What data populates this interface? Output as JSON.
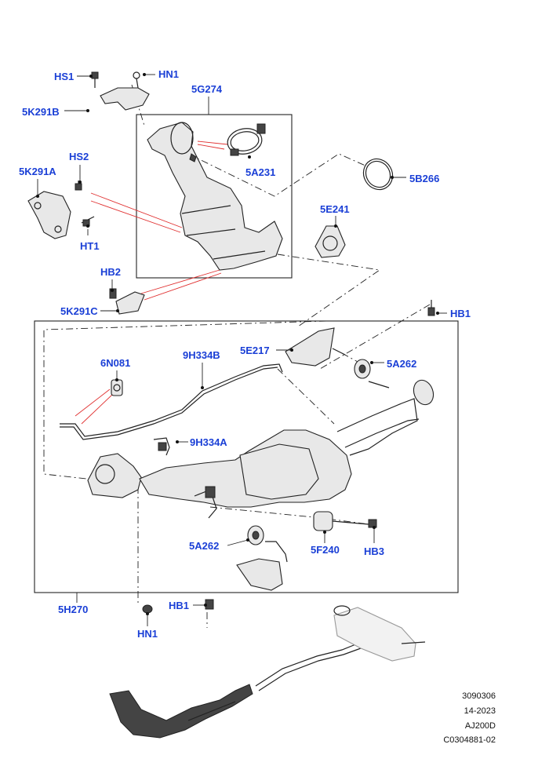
{
  "callouts": {
    "hs1": "HS1",
    "hn1_top": "HN1",
    "k291b": "5K291B",
    "g274": "5G274",
    "hs2": "HS2",
    "k291a": "5K291A",
    "a231": "5A231",
    "b266": "5B266",
    "e241": "5E241",
    "ht1": "HT1",
    "hb2": "HB2",
    "k291c": "5K291C",
    "hb1_right": "HB1",
    "e217": "5E217",
    "n081": "6N081",
    "h334b": "9H334B",
    "a262_right": "5A262",
    "h334a": "9H334A",
    "a262_left": "5A262",
    "f240": "5F240",
    "hb3": "HB3",
    "h270": "5H270",
    "hb1_bottom": "HB1",
    "hn1_bottom": "HN1"
  },
  "reference": {
    "line1": "3090306",
    "line2": "14-2023",
    "line3": "AJ200D",
    "line4": "C0304881-02"
  },
  "colors": {
    "callout_text": "#1a3fd6",
    "leader_red": "#e03030",
    "line": "#222222"
  }
}
